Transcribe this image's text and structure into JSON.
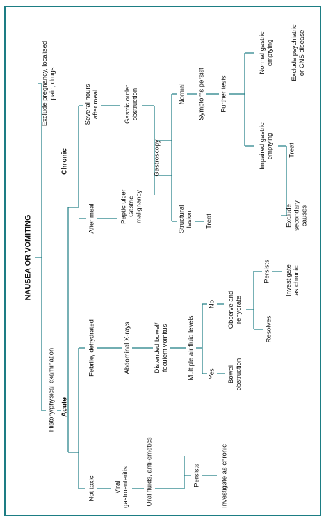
{
  "title": "NAUSEA OR VOMITING",
  "nodes": {
    "history": "History/physical examination",
    "exclude_pregnancy": "Exclude pregnancy, localised\npain, drugs",
    "acute": "Acute",
    "chronic": "Chronic",
    "not_toxic": "Not toxic",
    "febrile": "Febrile, dehydrated",
    "viral": "Viral\ngastroenteritis",
    "abdominal_xrays": "Abdominal X-rays",
    "oral_fluids": "Oral fluids, anti-emetics",
    "distended": "Distended bowel/\nfeculent vomitus",
    "persists_acute": "Persists",
    "investigate_chronic_1": "Investigate as chronic",
    "multiple_air": "Multiple air fluid levels",
    "yes": "Yes",
    "no": "No",
    "bowel_obstruction": "Bowel\nobstruction",
    "observe": "Observe and\nrehydrate",
    "resolves": "Resolves",
    "persists_2": "Persists",
    "investigate_chronic_2": "Investigate\nas chronic",
    "after_meal": "After meal",
    "several_hours": "Several hours\nafter meal",
    "peptic_ulcer": "Peptic ulcer\nGastric\nmalignancy",
    "gastric_outlet": "Gastric outlet\nobstruction",
    "gastroscopy": "Gastroscopy",
    "structural_lesion": "Structural\nlesion",
    "treat_1": "Treat",
    "normal": "Normal",
    "symptoms_persist": "Symptoms persist",
    "further_tests": "Further tests",
    "impaired": "Impaired gastric\nemptying",
    "normal_gastric": "Normal gastric\nemptying",
    "treat_2": "Treat",
    "exclude_secondary": "Exclude\nsecondary\ncauses",
    "exclude_psychiatric": "Exclude psychiatric\nor CNS disease"
  },
  "colors": {
    "border": "#1d7d84",
    "line": "#1d7d84",
    "text": "#111111"
  }
}
